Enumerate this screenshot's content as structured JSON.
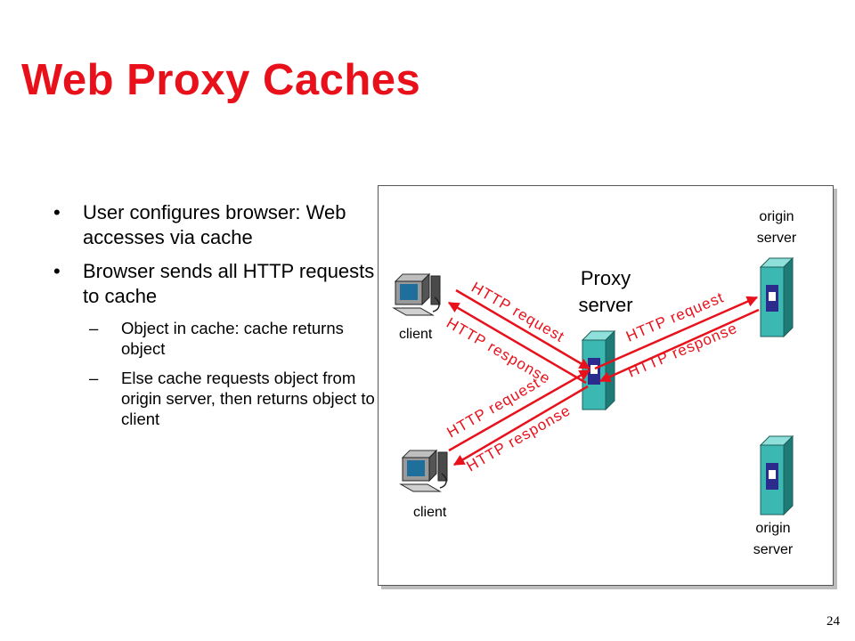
{
  "slide": {
    "title": "Web Proxy Caches",
    "page_number": "24"
  },
  "bullets": [
    {
      "level": 1,
      "marker": "•",
      "text": "User configures browser: Web accesses via  cache"
    },
    {
      "level": 1,
      "marker": "•",
      "text": "Browser sends all HTTP requests to cache"
    },
    {
      "level": 2,
      "marker": "–",
      "text": "Object in cache: cache returns object"
    },
    {
      "level": 2,
      "marker": "–",
      "text": "Else cache requests object from origin server, then returns object to client"
    }
  ],
  "diagram": {
    "proxy_label_line1": "Proxy",
    "proxy_label_line2": "server",
    "client_top_label": "client",
    "client_bottom_label": "client",
    "origin_top_line1": "origin",
    "origin_top_line2": "server",
    "origin_bottom_line1": "origin",
    "origin_bottom_line2": "server",
    "http_request": "HTTP request",
    "http_response": "HTTP response",
    "colors": {
      "arrow": "#e8111b",
      "server_face": "#3cb8b2",
      "server_side": "#1e7a76",
      "server_slot": "#2b2b8e"
    }
  }
}
